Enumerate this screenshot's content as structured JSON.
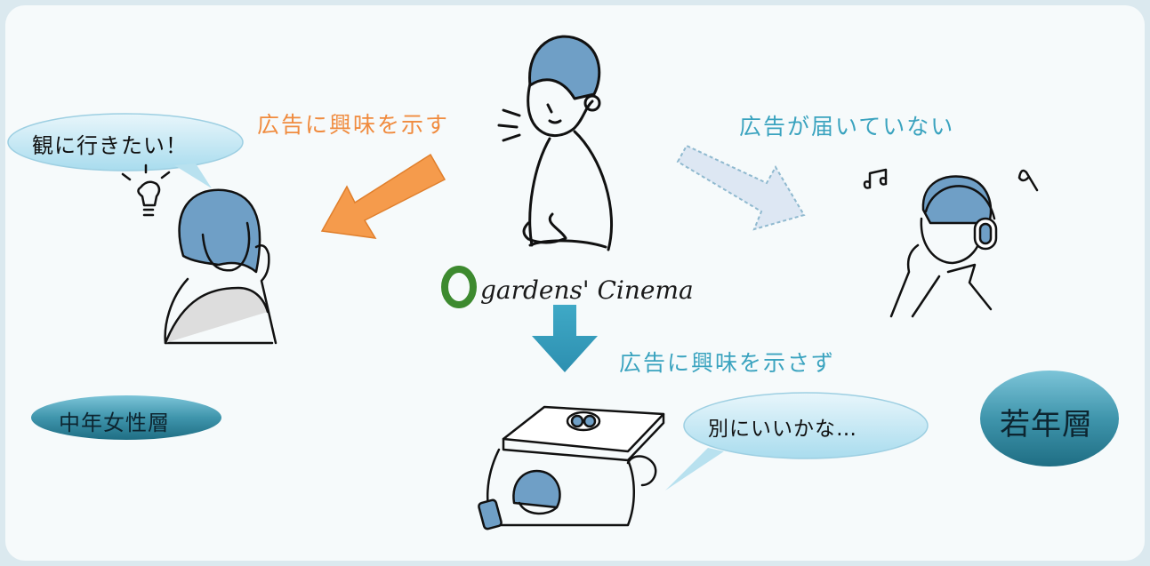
{
  "labels": {
    "interested": "広告に興味を示す",
    "not_reached": "広告が届いていない",
    "not_interested": "広告に興味を示さず"
  },
  "bubbles": {
    "want_to_see": "観に行きたい！",
    "not_really": "別にいいかな…"
  },
  "segments": {
    "middle_aged_women": "中年女性層",
    "young": "若年層"
  },
  "brand": {
    "logo_text": "gardens' Cinema"
  },
  "colors": {
    "orange_accent": "#f08b3e",
    "blue_accent": "#3aa3bf",
    "pill_fill": "#3f95ac",
    "bubble_fill": "#bfe6f2",
    "logo_green": "#3d8a2f"
  }
}
